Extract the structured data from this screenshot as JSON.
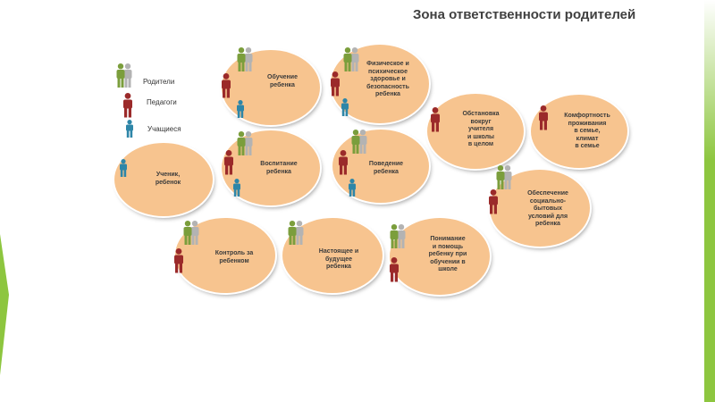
{
  "title": "Зона ответственности родителей",
  "colors": {
    "bubble": "#f7c48f",
    "parent_front": "#7b9e3c",
    "parent_back": "#b3b3b3",
    "teacher": "#9b2a2a",
    "student": "#2e86a8",
    "accent": "#8dc63f"
  },
  "legend": [
    {
      "label": "Родители",
      "role": "parents"
    },
    {
      "label": "Педагоги",
      "role": "teacher"
    },
    {
      "label": "Учащиеся",
      "role": "student"
    }
  ],
  "bubbles": [
    {
      "id": "obuchenie",
      "text": "Обучение\nребенка",
      "roles": [
        "parents",
        "teacher",
        "student"
      ]
    },
    {
      "id": "zdorovie",
      "text": "Физическое и\nпсихическое\nздоровье и\nбезопасность\nребенка",
      "roles": [
        "parents",
        "teacher",
        "student"
      ]
    },
    {
      "id": "obstanovka",
      "text": "Обстановка\nвокруг\nучителя\nи школы\nв целом",
      "roles": [
        "teacher"
      ]
    },
    {
      "id": "komfort",
      "text": "Комфортность\nпроживания\nв семье,\nклимат\nв семье",
      "roles": [
        "teacher"
      ]
    },
    {
      "id": "uchenik",
      "text": "Ученик,\nребенок",
      "roles": [
        "student"
      ]
    },
    {
      "id": "vospitanie",
      "text": "Воспитание\nребенка",
      "roles": [
        "parents",
        "teacher",
        "student"
      ]
    },
    {
      "id": "povedenie",
      "text": "Поведение\nребенка",
      "roles": [
        "parents",
        "teacher",
        "student"
      ]
    },
    {
      "id": "obespechenie",
      "text": "Обеспечение\nсоциально-\nбытовых\nусловий для\nребенка",
      "roles": [
        "parents",
        "teacher"
      ]
    },
    {
      "id": "kontrol",
      "text": "Контроль за\nребенком",
      "roles": [
        "parents",
        "teacher"
      ]
    },
    {
      "id": "nastoyashchee",
      "text": "Настоящее и\nбудущее\nребенка",
      "roles": [
        "parents"
      ]
    },
    {
      "id": "ponimanie",
      "text": "Понимание\nи помощь\nребенку при\nобучении в\nшколе",
      "roles": [
        "parents",
        "teacher"
      ]
    }
  ]
}
